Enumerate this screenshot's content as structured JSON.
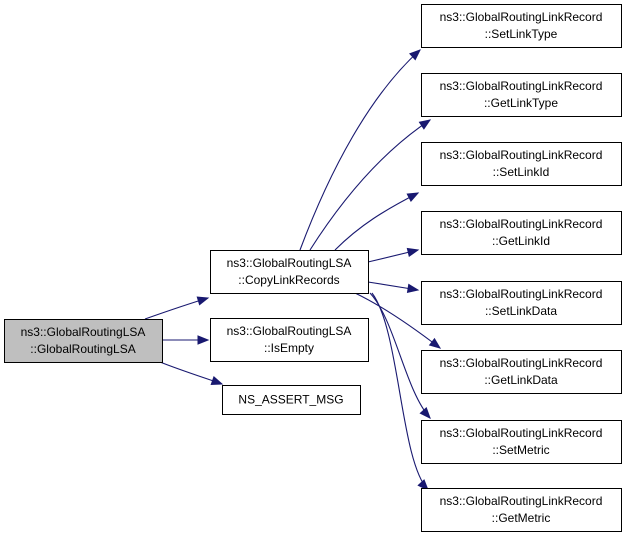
{
  "diagram": {
    "nodes": [
      {
        "id": "root",
        "lines": [
          "ns3::GlobalRoutingLSA",
          "::GlobalRoutingLSA"
        ],
        "highlighted": true
      },
      {
        "id": "copy",
        "lines": [
          "ns3::GlobalRoutingLSA",
          "::CopyLinkRecords"
        ]
      },
      {
        "id": "isempty",
        "lines": [
          "ns3::GlobalRoutingLSA",
          "::IsEmpty"
        ]
      },
      {
        "id": "assert",
        "lines": [
          "NS_ASSERT_MSG"
        ]
      },
      {
        "id": "setlinktype",
        "lines": [
          "ns3::GlobalRoutingLinkRecord",
          "::SetLinkType"
        ]
      },
      {
        "id": "getlinktype",
        "lines": [
          "ns3::GlobalRoutingLinkRecord",
          "::GetLinkType"
        ]
      },
      {
        "id": "setlinkid",
        "lines": [
          "ns3::GlobalRoutingLinkRecord",
          "::SetLinkId"
        ]
      },
      {
        "id": "getlinkid",
        "lines": [
          "ns3::GlobalRoutingLinkRecord",
          "::GetLinkId"
        ]
      },
      {
        "id": "setlinkdata",
        "lines": [
          "ns3::GlobalRoutingLinkRecord",
          "::SetLinkData"
        ]
      },
      {
        "id": "getlinkdata",
        "lines": [
          "ns3::GlobalRoutingLinkRecord",
          "::GetLinkData"
        ]
      },
      {
        "id": "setmetric",
        "lines": [
          "ns3::GlobalRoutingLinkRecord",
          "::SetMetric"
        ]
      },
      {
        "id": "getmetric",
        "lines": [
          "ns3::GlobalRoutingLinkRecord",
          "::GetMetric"
        ]
      }
    ],
    "edges": [
      {
        "from": "root",
        "to": "copy"
      },
      {
        "from": "root",
        "to": "isempty"
      },
      {
        "from": "root",
        "to": "assert"
      },
      {
        "from": "copy",
        "to": "setlinktype"
      },
      {
        "from": "copy",
        "to": "getlinktype"
      },
      {
        "from": "copy",
        "to": "setlinkid"
      },
      {
        "from": "copy",
        "to": "getlinkid"
      },
      {
        "from": "copy",
        "to": "setlinkdata"
      },
      {
        "from": "copy",
        "to": "getlinkdata"
      },
      {
        "from": "copy",
        "to": "setmetric"
      },
      {
        "from": "copy",
        "to": "getmetric"
      }
    ],
    "colors": {
      "edge": "#191970",
      "node_fill": "#ffffff",
      "root_fill": "#bfbfbf",
      "border": "#000000"
    }
  }
}
